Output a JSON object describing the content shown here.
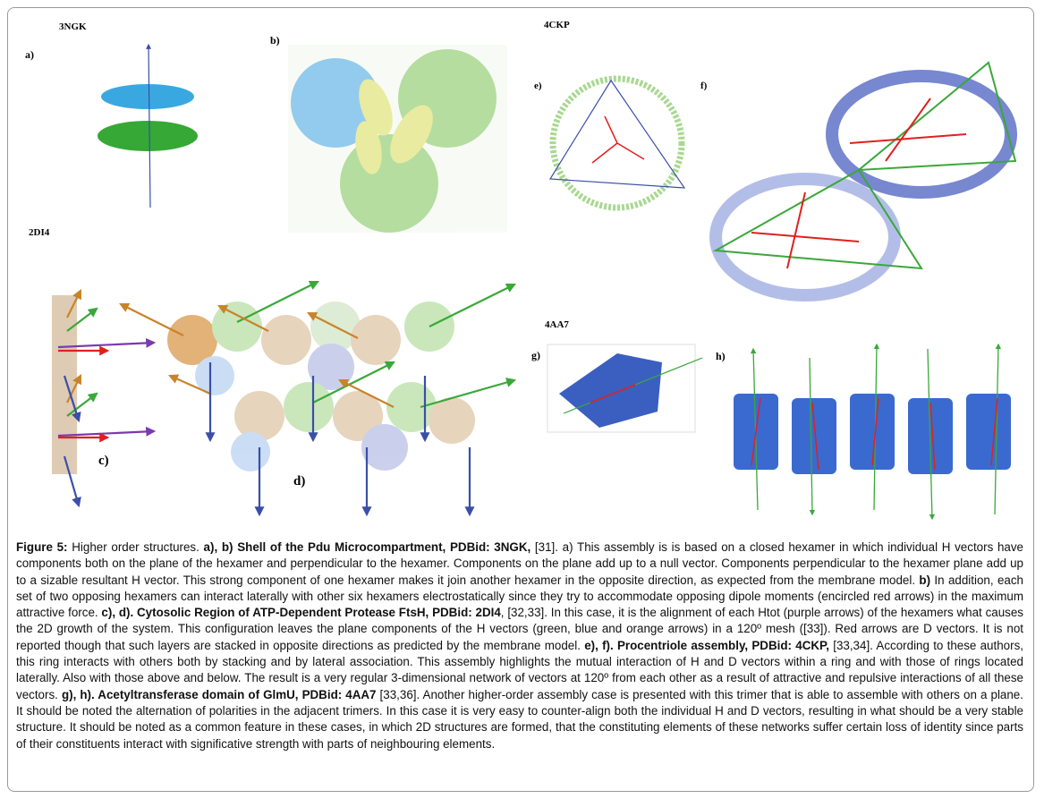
{
  "panels": {
    "pdb_3ngk": "3NGK",
    "pdb_4ckp": "4CKP",
    "pdb_2di4": "2DI4",
    "pdb_4aa7": "4AA7",
    "a": "a)",
    "b": "b)",
    "c": "c)",
    "d": "d)",
    "e": "e)",
    "f": "f)",
    "g": "g)",
    "h": "h)"
  },
  "colors": {
    "green": "#3aa83a",
    "blue": "#3a4fa8",
    "orange": "#c8842a",
    "red": "#e02020",
    "purple": "#7a3ab0",
    "cyan": "#3aa8e0"
  },
  "caption": [
    {
      "t": "Figure 5:",
      "b": true
    },
    {
      "t": " Higher order structures. ",
      "b": false
    },
    {
      "t": "a), b) Shell of the Pdu Microcompartment, PDBid: 3NGK,",
      "b": true
    },
    {
      "t": " [31]. a) This assembly is is based on a closed hexamer in which individual H vectors have components both on the plane of the hexamer and perpendicular to the hexamer. Components on the plane add up to a null vector. Components perpendicular to the hexamer plane add up to a sizable resultant H vector. This strong component of one hexamer makes it join another hexamer in the opposite direction, as expected from the membrane model. ",
      "b": false
    },
    {
      "t": "b)",
      "b": true
    },
    {
      "t": " In addition, each set of two opposing hexamers can interact laterally with other six hexamers electrostatically since they try to accommodate opposing dipole moments (encircled red arrows) in the maximum attractive force. ",
      "b": false
    },
    {
      "t": "c), d). Cytosolic Region of ATP-Dependent Protease FtsH, PDBid: 2DI4",
      "b": true
    },
    {
      "t": ", [32,33]. In this case, it is the alignment of each Htot (purple arrows) of the hexamers what causes the 2D growth of the system. This configuration leaves the plane components of the H vectors (green, blue and orange arrows) in a 120º mesh ([33]). Red arrows are D vectors. It is not reported though that such layers are stacked in opposite directions as predicted by the membrane model. ",
      "b": false
    },
    {
      "t": "e), f). Procentriole assembly, PDBid: 4CKP,",
      "b": true
    },
    {
      "t": " [33,34]. According to these authors, this ring interacts with others both by stacking and by lateral association. This assembly highlights the mutual interaction of H and D vectors within a ring and with those of rings located laterally. Also with those above and below. The result is a very regular 3-dimensional network of vectors at 120º from each other as a result of attractive and repulsive interactions of all these vectors. ",
      "b": false
    },
    {
      "t": "g), h). Acetyltransferase domain of GlmU, PDBid: 4AA7",
      "b": true
    },
    {
      "t": " [33,36]. Another higher-order assembly case is presented with this trimer that is able to assemble with others on a plane. It should be noted the alternation of polarities in the adjacent trimers. In this case it is very easy to counter-align both the individual H and D vectors, resulting in what should be a very stable structure. It should be noted as a common feature in these cases, in which 2D structures are formed, that the constituting elements of these networks suffer certain loss of identity since parts of their constituents interact with significative strength with parts of neighbouring elements.",
      "b": false
    }
  ]
}
